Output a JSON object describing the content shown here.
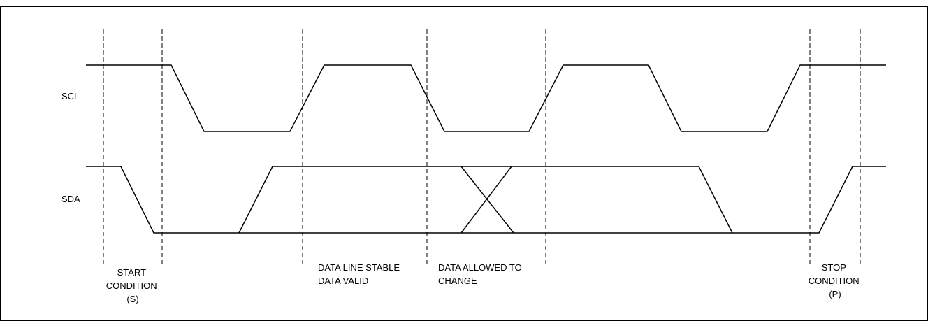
{
  "signals": {
    "scl": "SCL",
    "sda": "SDA"
  },
  "annotations": {
    "start": [
      "START",
      "CONDITION",
      "(S)"
    ],
    "data_stable": [
      "DATA LINE STABLE",
      "DATA VALID"
    ],
    "data_change": [
      "DATA ALLOWED TO",
      "CHANGE"
    ],
    "stop": [
      "STOP",
      "CONDITION",
      "(P)"
    ]
  }
}
